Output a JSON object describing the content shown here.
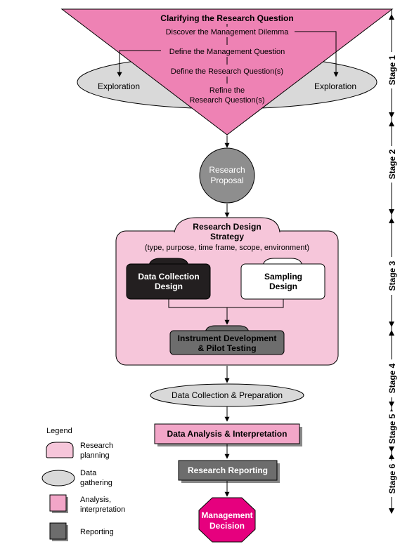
{
  "title": "Clarifying the Research Question",
  "funnel_steps": [
    "Discover the Management Dilemma",
    "Define the Management Question",
    "Define the Research Question(s)",
    "Refine the",
    "Research Question(s)"
  ],
  "exploration": {
    "left": "Exploration",
    "right": "Exploration"
  },
  "proposal": {
    "line1": "Research",
    "line2": "Proposal"
  },
  "design_strategy": {
    "line1": "Research Design",
    "line2": "Strategy",
    "subtitle": "(type, purpose, time frame, scope, environment)"
  },
  "data_collection_design": {
    "line1": "Data Collection",
    "line2": "Design"
  },
  "sampling_design": {
    "line1": "Sampling",
    "line2": "Design"
  },
  "instrument": {
    "line1": "Instrument Development",
    "line2": "& Pilot Testing"
  },
  "data_collection_prep": "Data Collection & Preparation",
  "data_analysis": "Data Analysis & Interpretation",
  "research_reporting": "Research Reporting",
  "management_decision": {
    "line1": "Management",
    "line2": "Decision"
  },
  "stages": [
    "Stage 1",
    "Stage 2",
    "Stage 3",
    "Stage 4",
    "Stage 5",
    "Stage 6"
  ],
  "legend": {
    "title": "Legend",
    "items": [
      {
        "line1": "Research",
        "line2": "planning"
      },
      {
        "line1": "Data",
        "line2": "gathering"
      },
      {
        "line1": "Analysis,",
        "line2": "interpretation"
      },
      {
        "line1": "Reporting",
        "line2": ""
      }
    ]
  },
  "colors": {
    "pink_planning": "#F6C6DA",
    "funnel_pink": "#EE82B4",
    "gray_ellipse": "#D9D9D9",
    "proposal_gray": "#8E8E8E",
    "dark_design": "#231F20",
    "reporting_gray": "#6D6D6D",
    "analysis_pink": "#F2A6C8",
    "decision_magenta": "#E6007E"
  }
}
